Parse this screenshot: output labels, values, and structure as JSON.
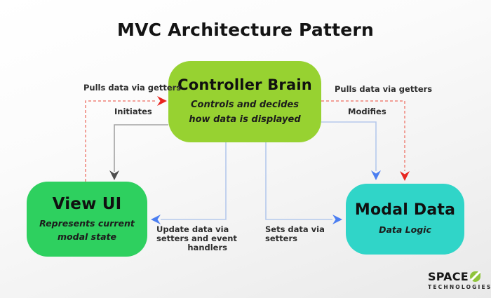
{
  "title": "MVC Architecture Pattern",
  "nodes": {
    "controller": {
      "title": "Controller Brain",
      "subtitle": "Controls and decides how data is displayed",
      "color": "#97d231"
    },
    "view": {
      "title": "View UI",
      "subtitle": "Represents current modal state",
      "color": "#2ed05f"
    },
    "model": {
      "title": "Modal Data",
      "subtitle": "Data Logic",
      "color": "#30d5c8"
    }
  },
  "edges": {
    "view_to_controller_pulls": {
      "label": "Pulls data via getters",
      "style": "dashed-red",
      "from": "View UI",
      "to": "Controller Brain"
    },
    "controller_to_view_initiates": {
      "label": "Initiates",
      "style": "solid-gray",
      "from": "Controller Brain",
      "to": "View UI"
    },
    "controller_to_model_pulls": {
      "label": "Pulls data via getters",
      "style": "dashed-red",
      "from": "Controller Brain",
      "to": "Modal Data"
    },
    "controller_to_model_modifies": {
      "label": "Modifies",
      "style": "solid-blue",
      "from": "Controller Brain",
      "to": "Modal Data"
    },
    "controller_to_view_update": {
      "label": "Update data via setters and event handlers",
      "lines": [
        "Update data via",
        "setters and event",
        "handlers"
      ],
      "style": "solid-blue",
      "from": "Controller Brain",
      "to": "View UI"
    },
    "controller_to_model_sets": {
      "label": "Sets data via setters",
      "lines": [
        "Sets data via",
        "setters"
      ],
      "style": "solid-blue",
      "from": "Controller Brain",
      "to": "Modal Data"
    }
  },
  "colors": {
    "red_arrow": "#e8251f",
    "red_dash_line": "#ef8379",
    "blue_arrow": "#4b7ef1",
    "blue_line": "#b5c9ec",
    "gray_arrow": "#4d4d4d",
    "gray_line": "#a3a3a3",
    "background_top": "#ffffff",
    "background_bottom": "#e9e9e9"
  },
  "logo": {
    "brand": "SPACE",
    "sub": "TECHNOLOGIES",
    "leaf_color": "#8fc43b"
  }
}
